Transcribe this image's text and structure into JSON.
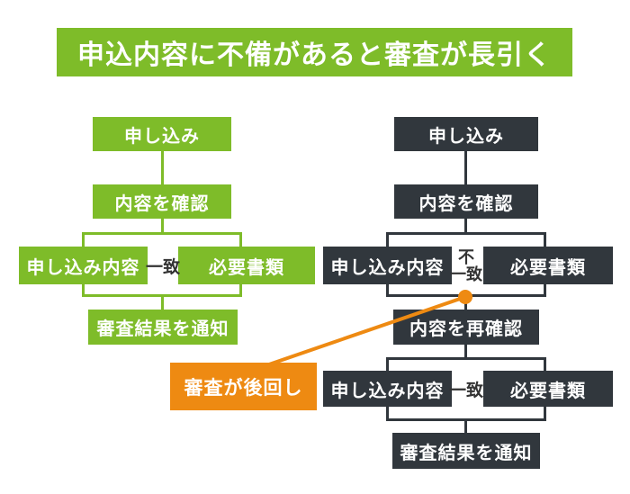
{
  "title": "申込内容に不備があると審査が長引く",
  "colors": {
    "green": "#7EBC29",
    "dark": "#31373D",
    "orange": "#EE8A12",
    "label_text": "#333333",
    "background": "#FFFFFF",
    "box_text": "#FFFFFF"
  },
  "left_flow": {
    "apply": "申し込み",
    "check": "内容を確認",
    "content": "申し込み内容",
    "match": "一致",
    "documents": "必要書類",
    "notify": "審査結果を通知"
  },
  "right_flow": {
    "apply": "申し込み",
    "check": "内容を確認",
    "content_first": "申し込み内容",
    "mismatch_line1": "不",
    "mismatch_line2": "一致",
    "documents_first": "必要書類",
    "recheck": "内容を再確認",
    "content_second": "申し込み内容",
    "match": "一致",
    "documents_second": "必要書類",
    "notify": "審査結果を通知"
  },
  "callout": {
    "text": "審査が後回し"
  }
}
